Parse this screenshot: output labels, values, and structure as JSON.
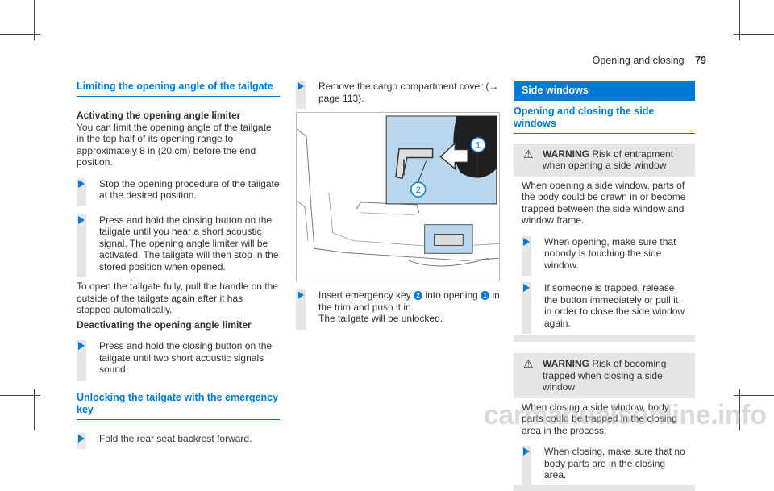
{
  "header": {
    "section": "Opening and closing",
    "page": "79"
  },
  "left": {
    "title1": "Limiting the opening angle of the tailgate",
    "activating_heading": "Activating the opening angle limiter",
    "activating_text": "You can limit the opening angle of the tailgate in the top half of its opening range to approximately 8 in (20 cm) before the end position.",
    "step1": "Stop the opening procedure of the tailgate at the desired position.",
    "step2": "Press and hold the closing button on the tailgate until you hear a short acoustic signal. The opening angle limiter will be activated. The tailgate will then stop in the stored position when opened.",
    "open_fully_text": "To open the tailgate fully, pull the handle on the outside of the tailgate again after it has stopped automatically.",
    "deactivating_heading": "Deactivating the opening angle limiter",
    "step3": "Press and hold the closing button on the tailgate until two short acoustic signals sound.",
    "title2": "Unlocking the tailgate with the emergency key",
    "step4": "Fold the rear seat backrest forward."
  },
  "middle": {
    "step_remove": "Remove the cargo compartment cover (→ page 113).",
    "callout1": "1",
    "callout2": "2",
    "step_insert_a": "Insert emergency key",
    "step_insert_b": "into opening",
    "step_insert_c": "in the trim and push it in.",
    "step_insert_d": "The tailgate will be unlocked."
  },
  "right": {
    "banner": "Side windows",
    "subtitle": "Opening and closing the side windows",
    "warn1_label": "WARNING",
    "warn1_title": "Risk of entrapment when opening a side window",
    "warn1_text": "When opening a side window, parts of the body could be drawn in or become trapped between the side window and window frame.",
    "warn1_step1": "When opening, make sure that nobody is touching the side window.",
    "warn1_step2": "If someone is trapped, release the button immediately or pull it in order to close the side window again.",
    "warn2_label": "WARNING",
    "warn2_title": "Risk of becoming trapped when closing a side window",
    "warn2_text": "When closing a side window, body parts could be trapped in the closing area in the process.",
    "warn2_step1": "When closing, make sure that no body parts are in the closing area."
  },
  "watermark": "carmanualsonline.info"
}
